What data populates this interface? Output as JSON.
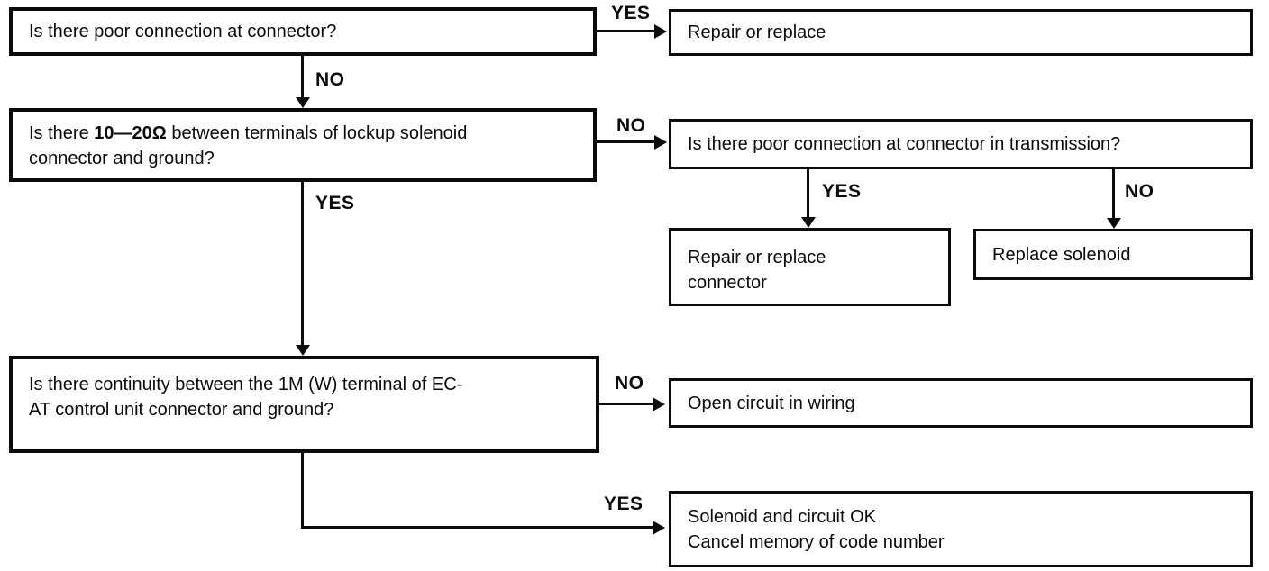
{
  "labels": {
    "yes": "YES",
    "no": "NO"
  },
  "nodes": {
    "q_connector": {
      "text": "Is there poor connection at connector?"
    },
    "a_repair": {
      "text": "Repair or replace"
    },
    "q_resistance": {
      "pre": "Is there ",
      "value": "10—20Ω",
      "post": " between terminals of lockup solenoid connector and ground?"
    },
    "q_transmission": {
      "text": "Is there poor connection at connector in transmission?"
    },
    "a_repair_connector": {
      "line1": "Repair or replace",
      "line2": "connector"
    },
    "a_replace_solenoid": {
      "text": "Replace solenoid"
    },
    "q_continuity": {
      "text": "Is there continuity between the 1M (W) terminal of EC-AT control unit connector and ground?"
    },
    "a_open_circuit": {
      "text": "Open circuit in wiring"
    },
    "a_ok": {
      "line1": "Solenoid and circuit OK",
      "line2": "Cancel memory of code number"
    }
  },
  "colors": {
    "ink": "#0b0b0b",
    "paper": "#ffffff"
  }
}
